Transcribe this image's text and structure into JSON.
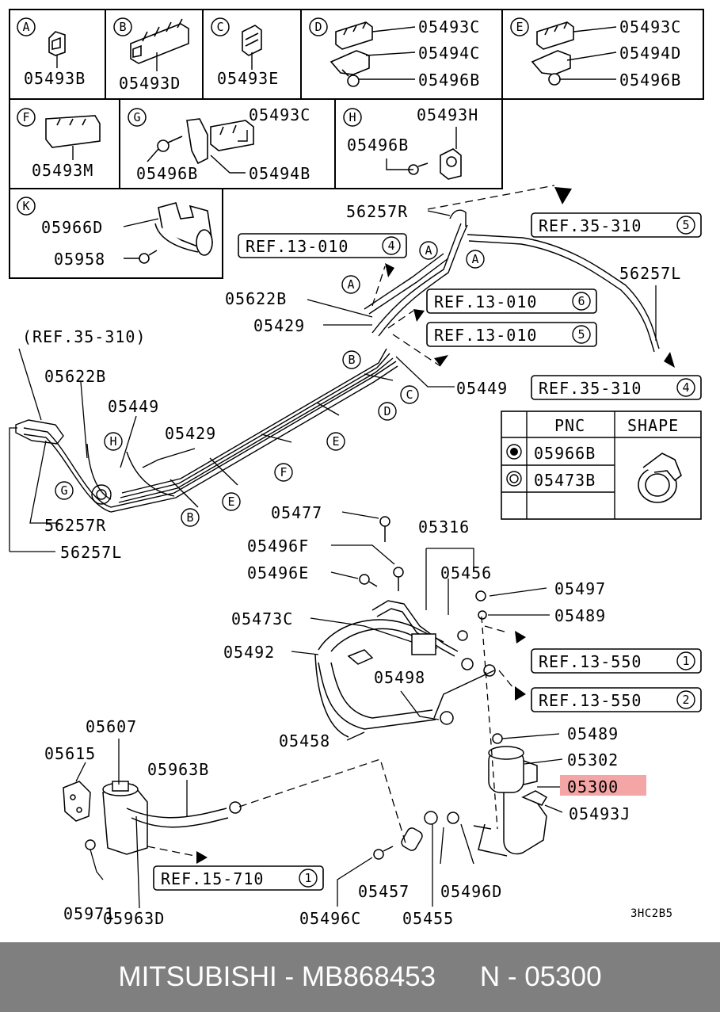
{
  "callouts": {
    "A": [
      "05493B"
    ],
    "B": [
      "05493D"
    ],
    "C": [
      "05493E"
    ],
    "D": [
      "05493C",
      "05494C",
      "05496B"
    ],
    "E": [
      "05493C",
      "05494D",
      "05496B"
    ],
    "F": [
      "05493M"
    ],
    "G": [
      "05493C",
      "05496B",
      "05494B"
    ],
    "H": [
      "05493H",
      "05496B"
    ],
    "K": [
      "05966D",
      "05958"
    ]
  },
  "callout_letters": [
    "A",
    "B",
    "C",
    "D",
    "E",
    "F",
    "G",
    "H",
    "K"
  ],
  "refs": {
    "r1": {
      "text": "REF.13-010",
      "num": "4"
    },
    "r2": {
      "text": "REF.35-310",
      "num": "5"
    },
    "r3": {
      "text": "REF.13-010",
      "num": "6"
    },
    "r4": {
      "text": "REF.13-010",
      "num": "5"
    },
    "r5": {
      "text": "REF.35-310",
      "num": "4"
    },
    "r6": {
      "text": "REF.13-550",
      "num": "1"
    },
    "r7": {
      "text": "REF.13-550",
      "num": "2"
    },
    "r8": {
      "text": "REF.15-710",
      "num": "1"
    },
    "paren": "(REF.35-310)"
  },
  "pnc_table": {
    "header_pnc": "PNC",
    "header_shape": "SHAPE",
    "rows": [
      {
        "symbol": "filled-dot",
        "pnc": "05966B"
      },
      {
        "symbol": "ring",
        "pnc": "05473B"
      }
    ]
  },
  "parts": {
    "p56257R": "56257R",
    "p56257L": "56257L",
    "p05622B": "05622B",
    "p05429": "05429",
    "p05449": "05449",
    "p05477": "05477",
    "p05316": "05316",
    "p05496F": "05496F",
    "p05456": "05456",
    "p05496E": "05496E",
    "p05497": "05497",
    "p05473C": "05473C",
    "p05489": "05489",
    "p05492": "05492",
    "p05498": "05498",
    "p05458": "05458",
    "p05302": "05302",
    "p05300": "05300",
    "p05493J": "05493J",
    "p05607": "05607",
    "p05615": "05615",
    "p05963B": "05963B",
    "p05971": "05971",
    "p05963D": "05963D",
    "p05457": "05457",
    "p05496D": "05496D",
    "p05496C": "05496C",
    "p05455": "05455"
  },
  "pipe_letters": {
    "a1": "A",
    "a2": "A",
    "a3": "A",
    "b1": "B",
    "b2": "B",
    "c1": "C",
    "d1": "D",
    "e1": "E",
    "e2": "E",
    "f1": "F",
    "g1": "G",
    "h1": "H"
  },
  "diagram_code": "3HC2B5",
  "highlight_color": "#f4a6a6",
  "footer": {
    "brand_part": "MITSUBISHI - MB868453",
    "code": "N - 05300"
  }
}
